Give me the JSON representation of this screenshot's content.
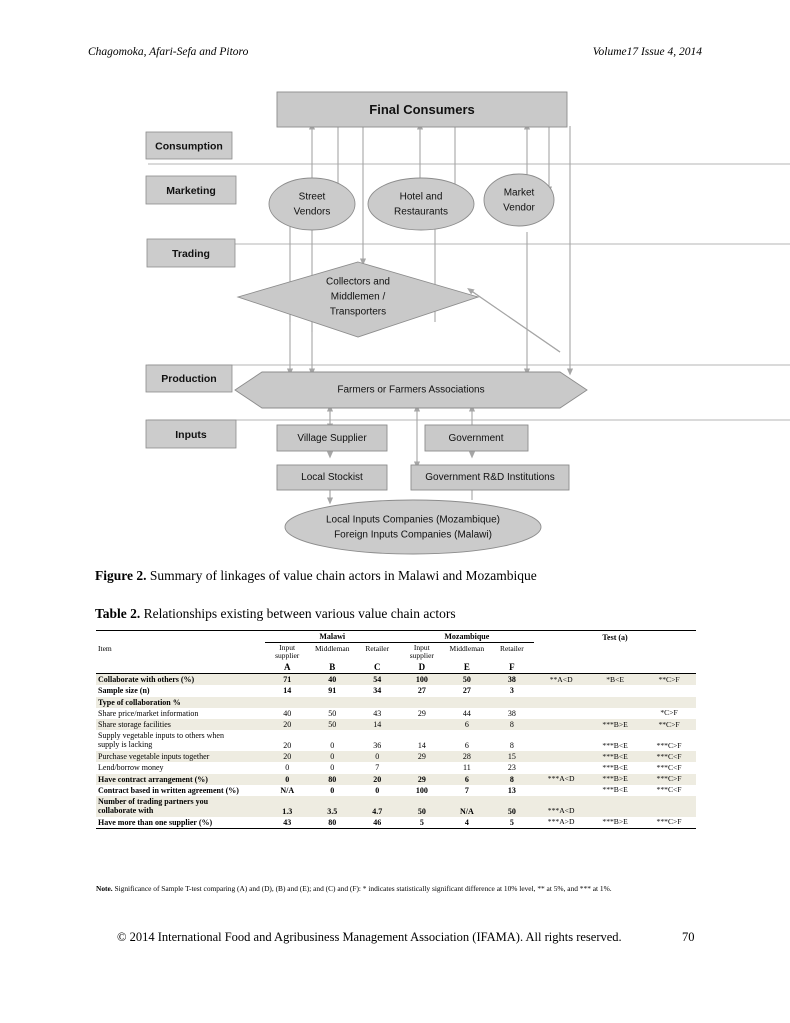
{
  "runhead": {
    "authors": "Chagomoka, Afari-Sefa and Pitoro",
    "volume": "Volume17 Issue 4, 2014"
  },
  "figure": {
    "caption_label": "Figure 2.",
    "caption_text": " Summary of linkages of value chain actors in Malawi and Mozambique",
    "colors": {
      "shape_fill": "#c9c9c9",
      "shape_fill_light": "#cfcfcf",
      "shape_stroke": "#8c8c8c",
      "stage_fill": "#cccccc",
      "lane_line": "#b4b4b4",
      "arrow": "#a6a6a6"
    },
    "stages": [
      {
        "label": "Consumption"
      },
      {
        "label": "Marketing"
      },
      {
        "label": "Trading"
      },
      {
        "label": "Production"
      },
      {
        "label": "Inputs"
      }
    ],
    "nodes": {
      "final_consumers": "Final Consumers",
      "street_vendors_l1": "Street",
      "street_vendors_l2": "Vendors",
      "hotel_l1": "Hotel and",
      "hotel_l2": "Restaurants",
      "market_vendor_l1": "Market",
      "market_vendor_l2": "Vendor",
      "collectors_l1": "Collectors and",
      "collectors_l2": "Middlemen /",
      "collectors_l3": "Transporters",
      "farmers": "Farmers or Farmers Associations",
      "village_supplier": "Village Supplier",
      "government": "Government",
      "local_stockist": "Local Stockist",
      "gov_rd": "Government R&D Institutions",
      "inputs_companies_l1": "Local Inputs Companies (Mozambique)",
      "inputs_companies_l2": "Foreign Inputs Companies (Malawi)"
    }
  },
  "table": {
    "caption_label": "Table 2.",
    "caption_text": " Relationships existing between various value chain actors",
    "group_headers": {
      "item": "",
      "malawi": "Malawi",
      "mozambique": "Mozambique",
      "test": "Test (a)"
    },
    "sub_headers": {
      "item": "Item",
      "malawi_input_supplier_l1": "Input",
      "malawi_input_supplier_l2": "supplier",
      "malawi_middleman": "Middleman",
      "malawi_retailer": "Retailer",
      "moz_input_supplier_l1": "Input",
      "moz_input_supplier_l2": "supplier",
      "moz_middleman": "Middleman",
      "moz_retailer": "Retailer"
    },
    "letters": [
      "A",
      "B",
      "C",
      "D",
      "E",
      "F"
    ],
    "rows": [
      {
        "item": "Collaborate with others (%)",
        "bold": true,
        "shaded": true,
        "values": [
          "71",
          "40",
          "54",
          "100",
          "50",
          "38"
        ],
        "tests": [
          "**A<D",
          "*B<E",
          "**C>F"
        ]
      },
      {
        "item": "Sample size (n)",
        "bold": true,
        "shaded": false,
        "values": [
          "14",
          "91",
          "34",
          "27",
          "27",
          "3"
        ],
        "tests": [
          "",
          "",
          ""
        ]
      },
      {
        "item": "Type of collaboration %",
        "bold": true,
        "shaded": true,
        "values": [
          "",
          "",
          "",
          "",
          "",
          ""
        ],
        "tests": [
          "",
          "",
          ""
        ]
      },
      {
        "item": "Share price/market information",
        "bold": false,
        "shaded": false,
        "values": [
          "40",
          "50",
          "43",
          "29",
          "44",
          "38"
        ],
        "tests": [
          "",
          "",
          "*C>F"
        ]
      },
      {
        "item": "Share storage facilities",
        "bold": false,
        "shaded": true,
        "values": [
          "20",
          "50",
          "14",
          "",
          "6",
          "8"
        ],
        "tests": [
          "",
          "***B>E",
          "**C>F"
        ]
      },
      {
        "item": "Supply vegetable inputs to others when supply is lacking",
        "item_l1": "Supply vegetable inputs to others when",
        "item_l2": "supply is lacking",
        "bold": false,
        "shaded": false,
        "tall": true,
        "values": [
          "20",
          "0",
          "36",
          "14",
          "6",
          "8"
        ],
        "tests": [
          "",
          "***B<E",
          "***C>F"
        ]
      },
      {
        "item": "Purchase vegetable inputs together",
        "bold": false,
        "shaded": true,
        "values": [
          "20",
          "0",
          "0",
          "29",
          "28",
          "15"
        ],
        "tests": [
          "",
          "***B<E",
          "***C<F"
        ]
      },
      {
        "item": "Lend/borrow money",
        "bold": false,
        "shaded": false,
        "values": [
          "0",
          "0",
          "7",
          "",
          "11",
          "23"
        ],
        "tests": [
          "",
          "***B<E",
          "***C<F"
        ]
      },
      {
        "item": "Have contract arrangement (%)",
        "bold": true,
        "shaded": true,
        "values": [
          "0",
          "80",
          "20",
          "29",
          "6",
          "8"
        ],
        "tests": [
          "***A<D",
          "***B>E",
          "***C>F"
        ]
      },
      {
        "item": "Contract based in written agreement (%)",
        "bold": true,
        "shaded": false,
        "values": [
          "N/A",
          "0",
          "0",
          "100",
          "7",
          "13"
        ],
        "tests": [
          "",
          "***B<E",
          "***C<F"
        ]
      },
      {
        "item": "Number of trading partners you collaborate with",
        "item_l1": "Number of trading partners you",
        "item_l2": "collaborate with",
        "bold": true,
        "shaded": true,
        "tall": true,
        "values": [
          "1.3",
          "3.5",
          "4.7",
          "50",
          "N/A",
          "50"
        ],
        "tests": [
          "***A<D",
          "",
          ""
        ]
      },
      {
        "item": "Have more than one supplier (%)",
        "bold": true,
        "shaded": false,
        "values": [
          "43",
          "80",
          "46",
          "5",
          "4",
          "5"
        ],
        "tests": [
          "***A>D",
          "***B>E",
          "***C>F"
        ]
      }
    ],
    "note_label": "Note.",
    "note_text": " Significance of Sample T-test comparing (A) and (D), (B) and (E); and (C) and (F): * indicates statistically significant difference at 10% level, ** at 5%, and *** at 1%."
  },
  "footer": {
    "text": "© 2014 International Food and Agribusiness Management Association (IFAMA). All rights reserved.",
    "page": "70"
  }
}
